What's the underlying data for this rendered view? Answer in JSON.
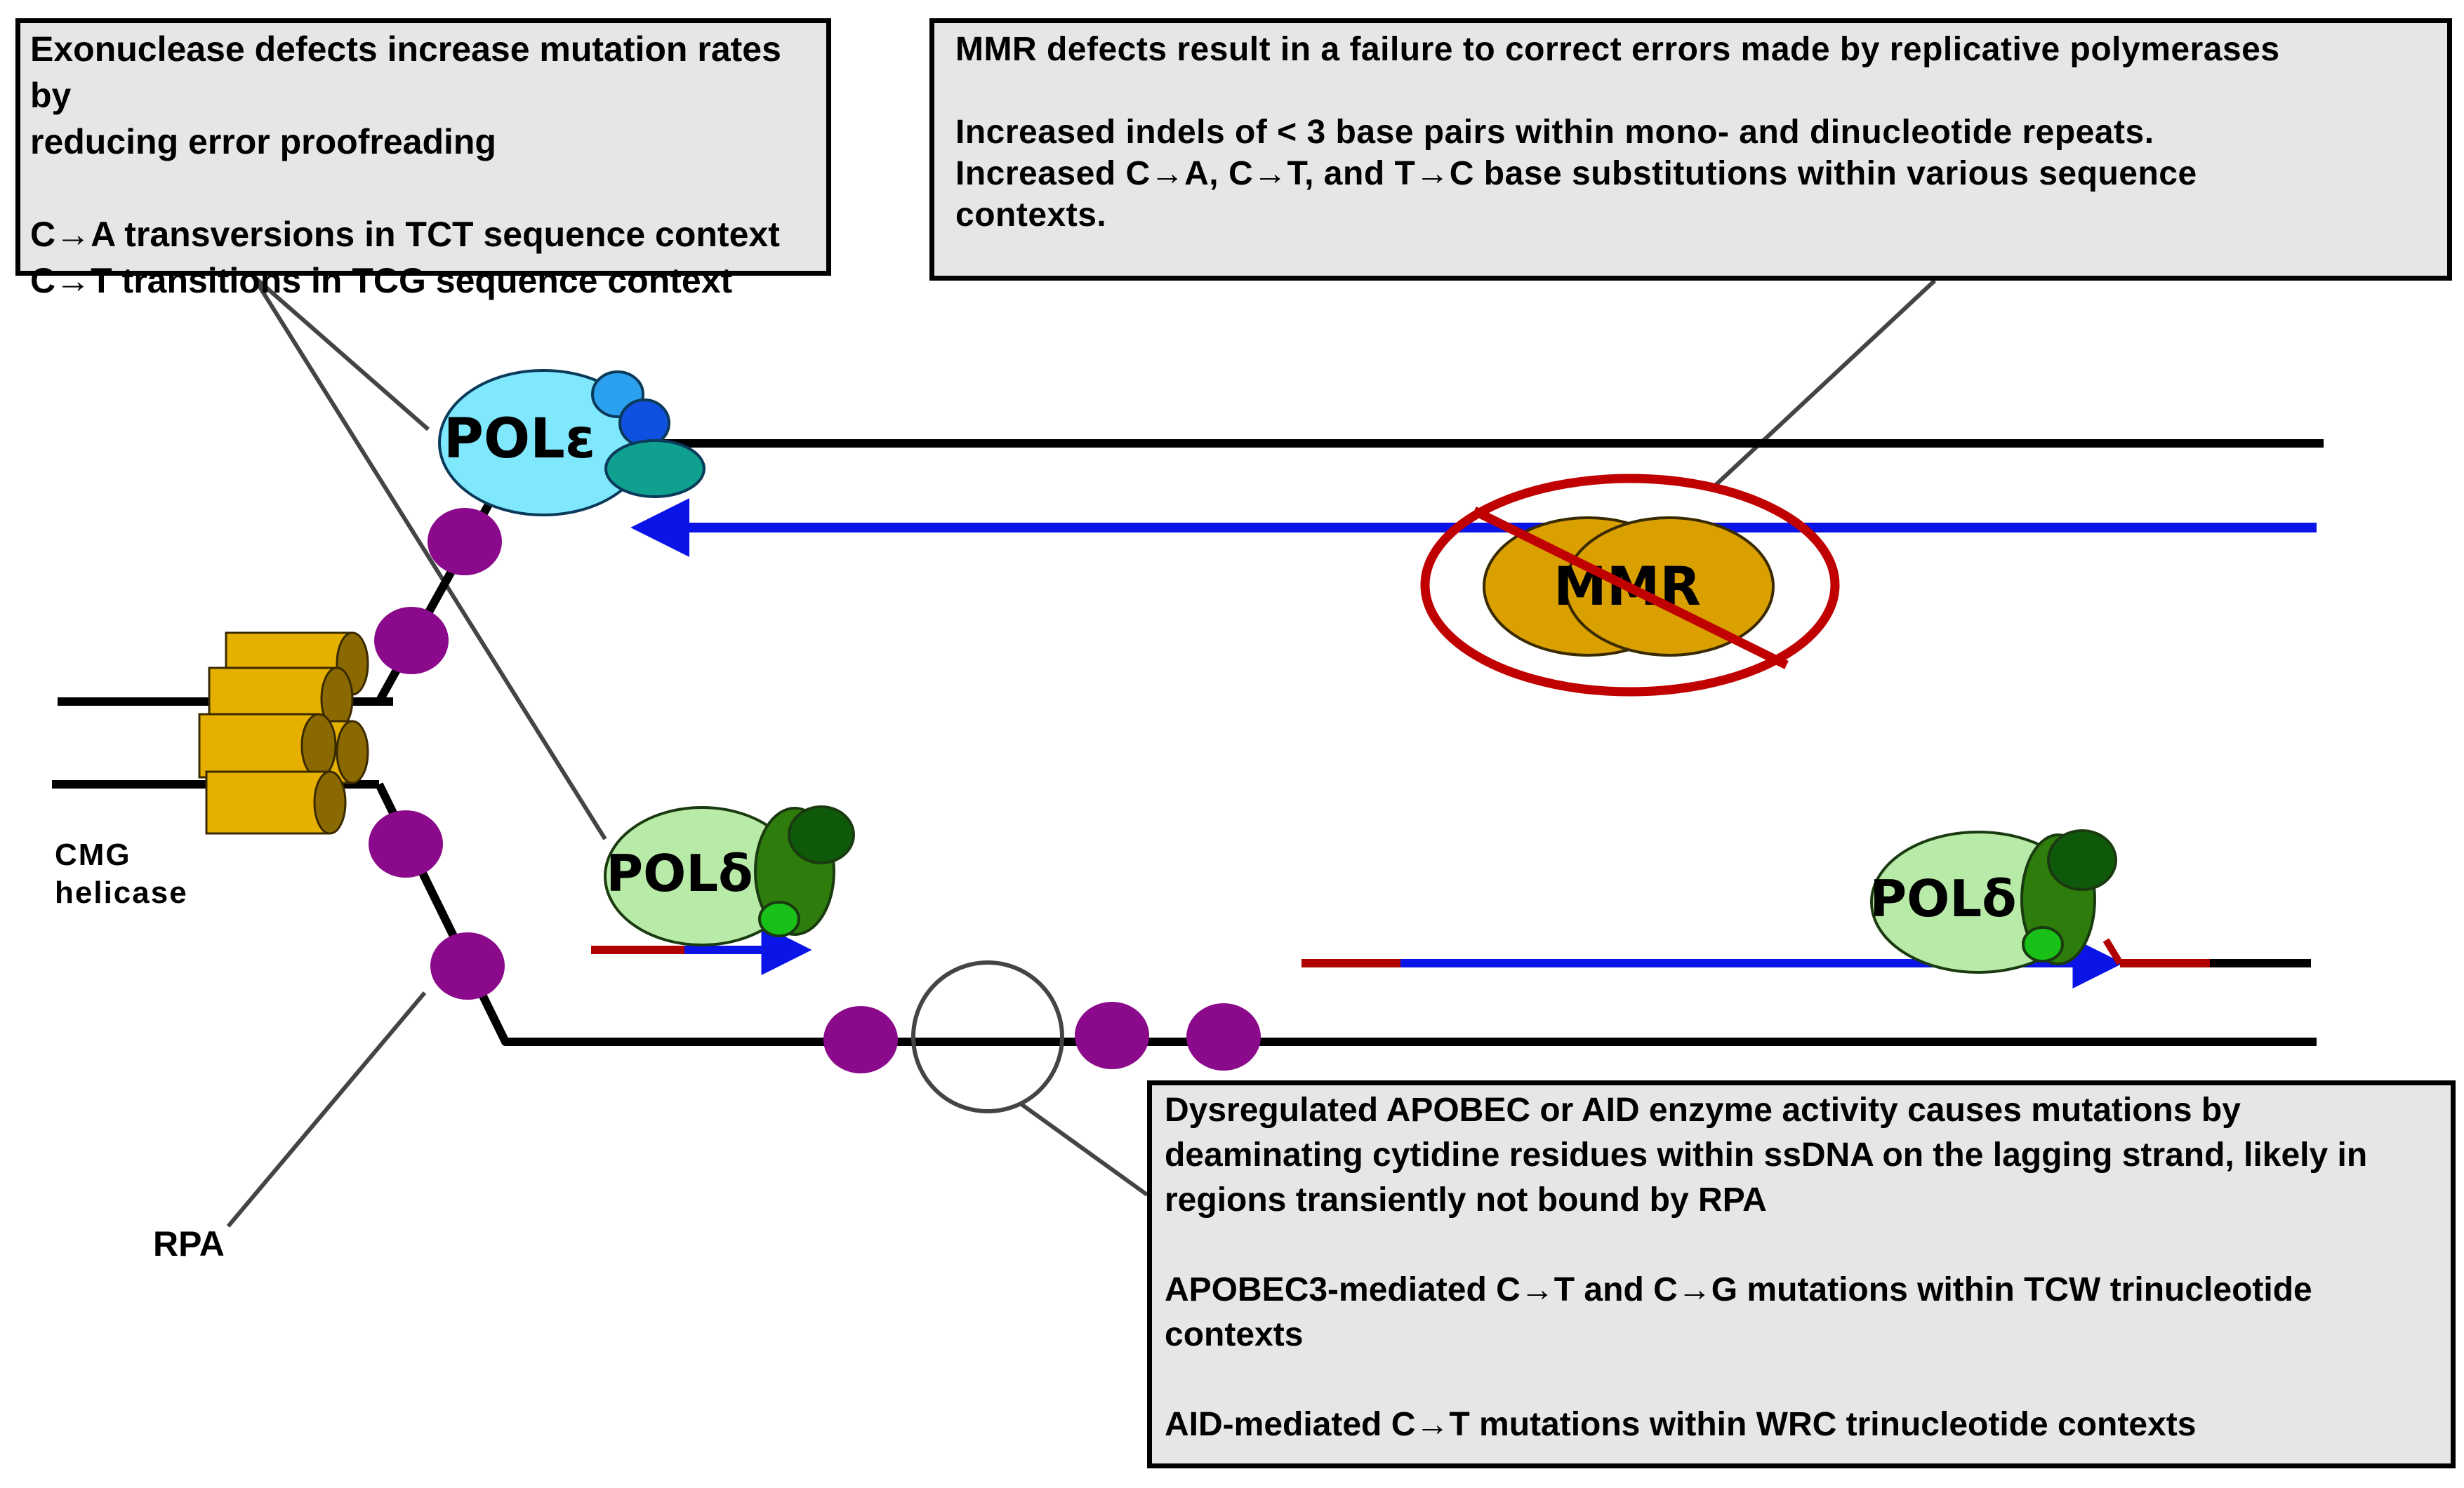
{
  "boxes": {
    "exonuclease": {
      "line1": "Exonuclease defects increase mutation rates by",
      "line2": "reducing error proofreading",
      "line3": "C→A transversions in TCT sequence context",
      "line4": "C→T transitions in TCG sequence context"
    },
    "mmr": {
      "line1": "MMR defects result in a failure to correct errors made by replicative polymerases",
      "line2": "Increased indels of < 3 base pairs within mono- and dinucleotide repeats.",
      "line3": "Increased C→A, C→T, and T→C base substitutions within various sequence",
      "line4": "contexts."
    },
    "apobec": {
      "line1": "Dysregulated APOBEC or AID enzyme activity causes mutations by",
      "line2": "deaminating cytidine residues within ssDNA on the lagging strand, likely in",
      "line3": "regions transiently not bound by RPA",
      "line4": "APOBEC3-mediated C→T and C→G mutations within TCW trinucleotide",
      "line5": "contexts",
      "line6": "AID-mediated C→T  mutations within WRC trinucleotide contexts"
    }
  },
  "labels": {
    "pol_epsilon": "POLε",
    "pol_delta_left": "POLδ",
    "pol_delta_right": "POLδ",
    "mmr": "MMR",
    "cmg_line1": "CMG",
    "cmg_line2": "helicase",
    "rpa": "RPA"
  },
  "colors": {
    "leading_nascent_strand": "#0a14e6",
    "rna_primer": "#b00000",
    "rpa": "#8b0a8b",
    "pol_epsilon": "#80e8fc",
    "pol_delta": "#b8eaa8",
    "pol_delta_subunit": "#2e7d0c",
    "mmr": "#d9a000",
    "mmr_inhibited": "#c00000",
    "cmg_helicase": "#e6b000"
  }
}
